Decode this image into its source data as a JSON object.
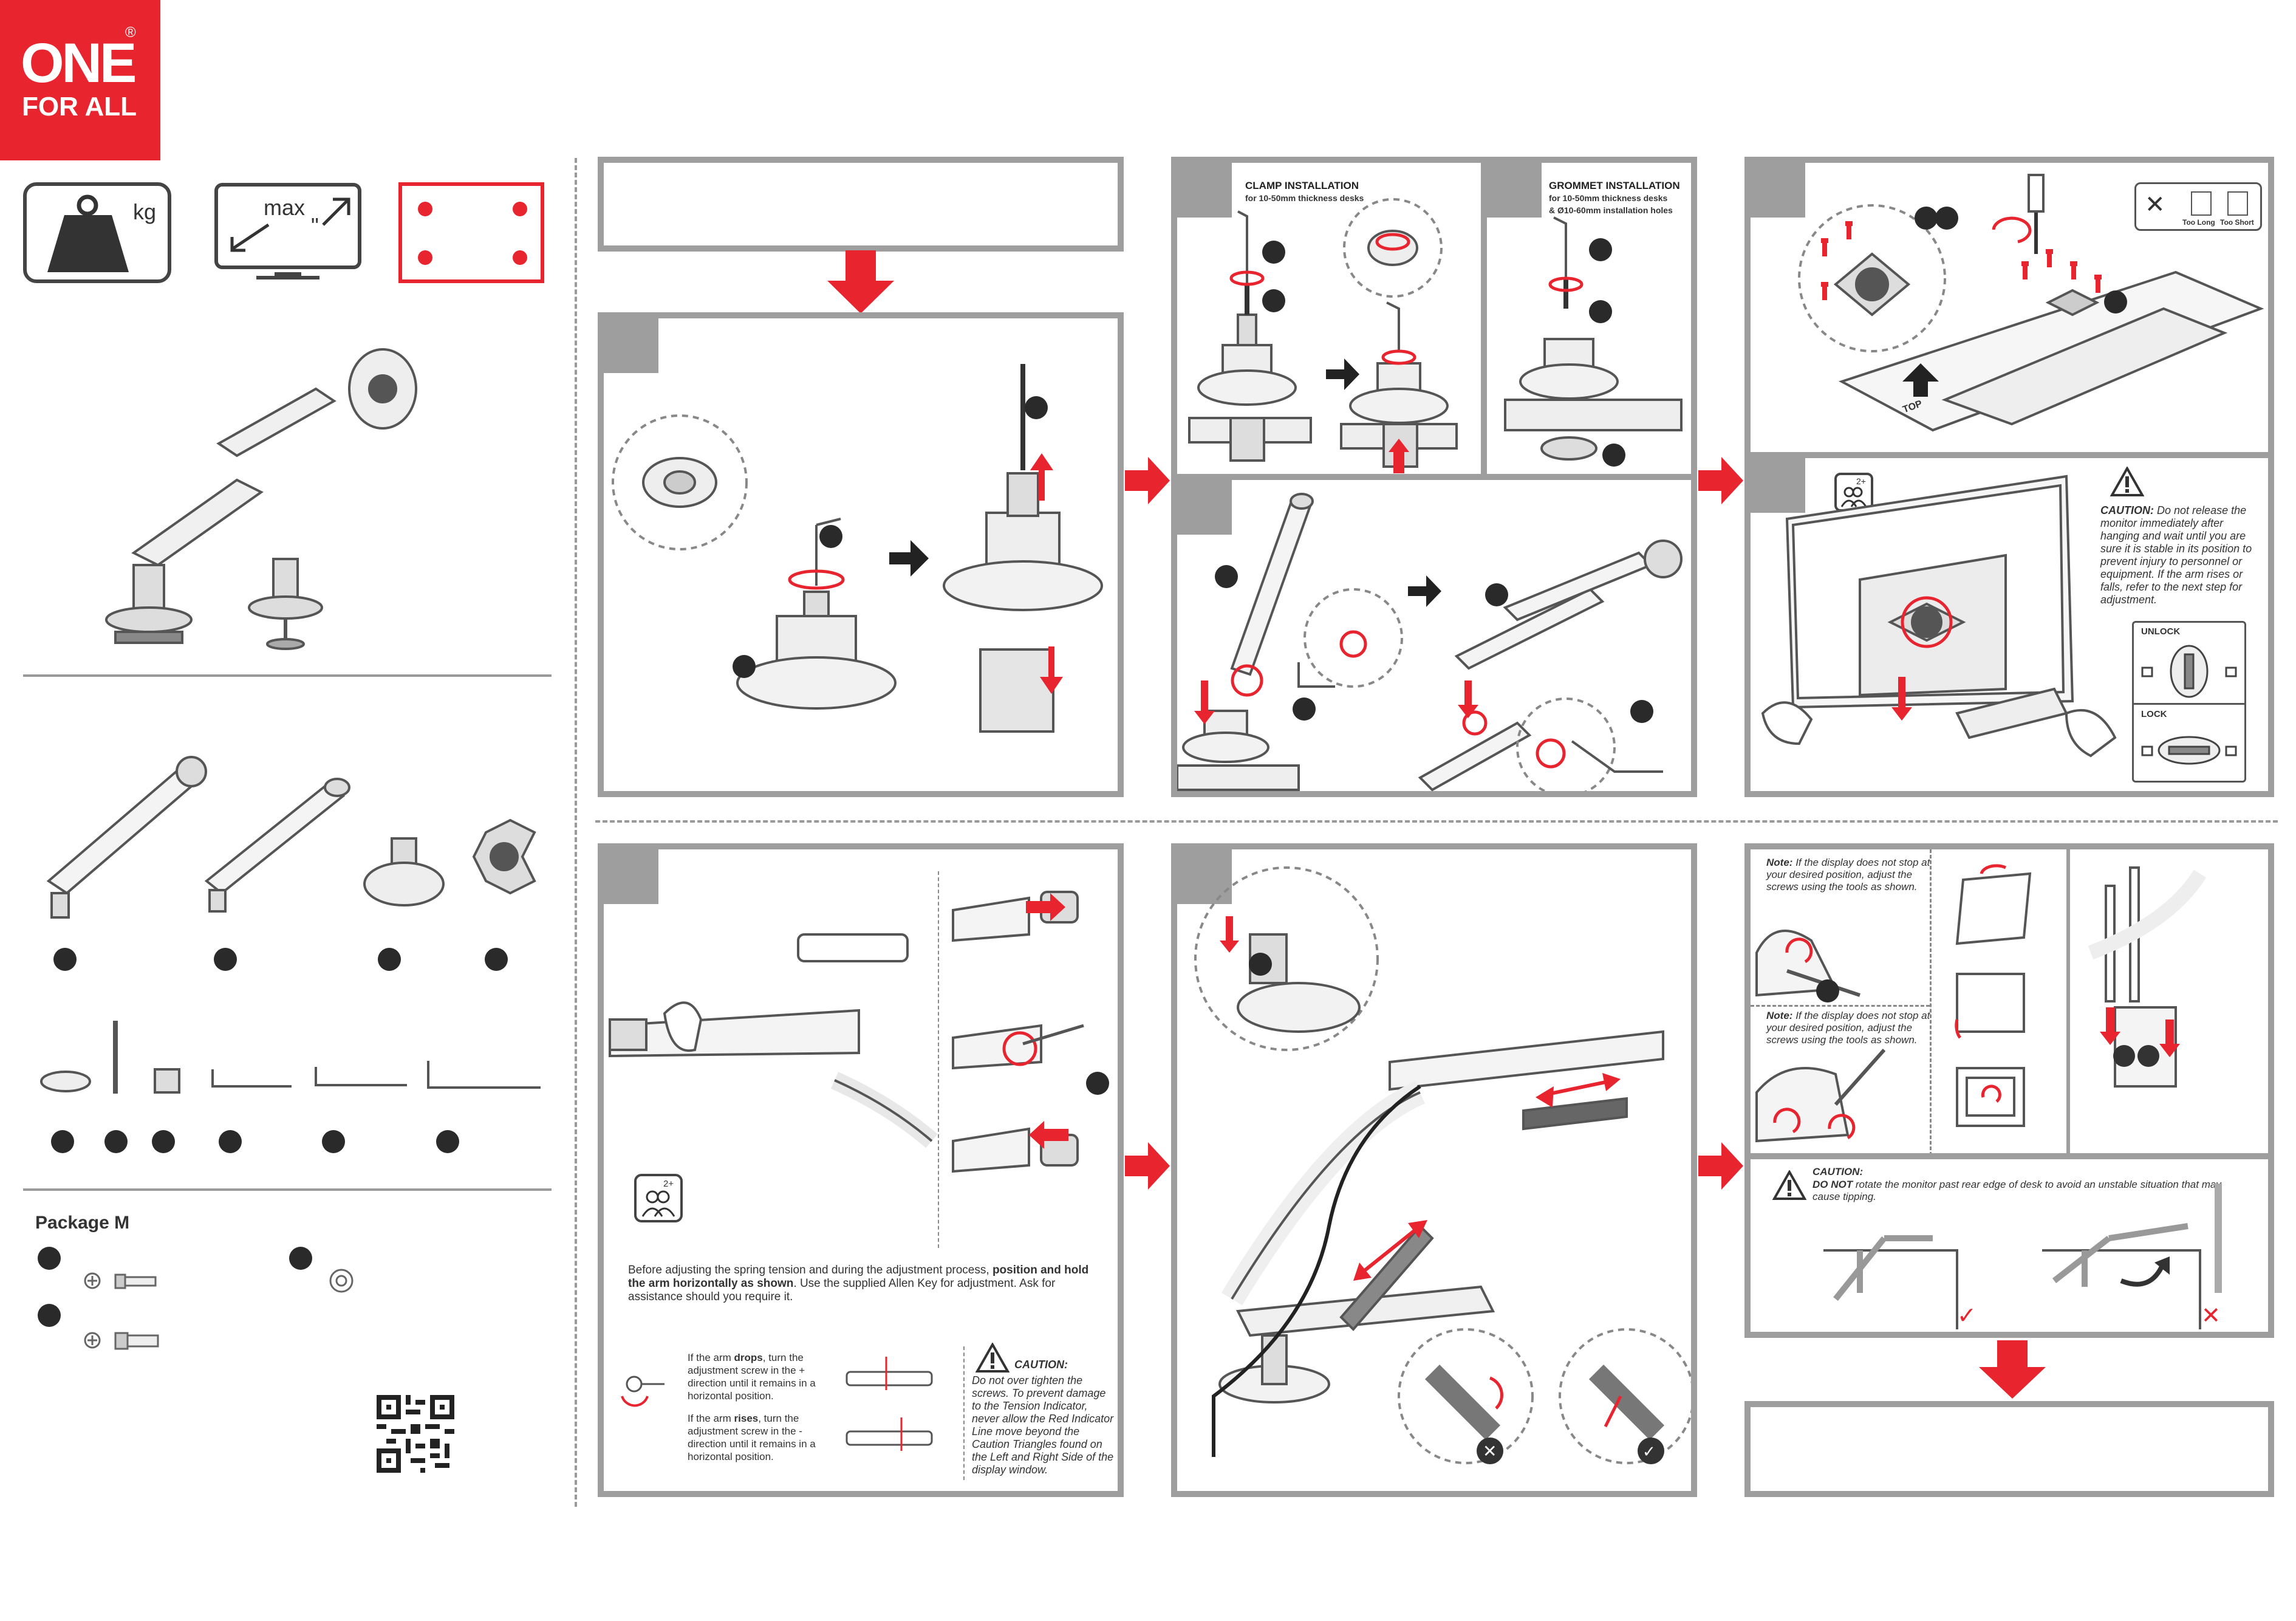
{
  "brand": {
    "logo_line1": "ONE",
    "logo_line2": "FOR ALL",
    "registered": "®",
    "color": "#e8242f"
  },
  "specs": {
    "weight_unit": "kg",
    "max_label": "max",
    "max_mark": "\"",
    "icons": [
      "weight-icon",
      "max-screen-size-icon",
      "vesa-pattern-icon"
    ]
  },
  "package": {
    "title": "Package M"
  },
  "clamp": {
    "title": "CLAMP INSTALLATION",
    "subtitle": "for 10-50mm thickness desks"
  },
  "grommet": {
    "title": "GROMMET INSTALLATION",
    "subtitle_line1": "for 10-50mm  thickness desks",
    "subtitle_line2": "& Ø10-60mm installation holes"
  },
  "vesa_step": {
    "too_long": "Too Long",
    "too_short": "Too Short",
    "top_label": "TOP"
  },
  "hang_step": {
    "persons": "2+",
    "caution_title": "CAUTION:",
    "caution_text": "Do not release the monitor immediately after hanging and wait until you are sure it is stable in its position to prevent injury to personnel or equipment. If the arm rises or falls, refer to the next step for adjustment.",
    "unlock": "UNLOCK",
    "lock": "LOCK"
  },
  "tension_step": {
    "persons": "2+",
    "intro_a": "Before adjusting the spring tension and during the adjustment process, ",
    "intro_b": "position and hold the arm horizontally as shown",
    "intro_c": ". Use the supplied Allen Key for adjustment. Ask for assistance should you require it.",
    "drops_a": "If the arm ",
    "drops_b": "drops",
    "drops_c": ", turn the adjustment screw in the + direction until it remains in a horizontal position.",
    "rises_a": "If the arm ",
    "rises_b": "rises",
    "rises_c": ", turn the adjustment screw in the - direction until it remains in a horizontal position.",
    "caution_title": "CAUTION:",
    "caution_text": "Do not over tighten the screws. To prevent damage to the Tension Indicator, never allow the Red Indicator Line move beyond the Caution Triangles found on the Left and Right Side of the display window."
  },
  "tilt_step": {
    "note1_title": "Note:",
    "note1_text": "If the display does not stop at your desired position, adjust the screws using the tools as shown.",
    "note2_title": "Note:",
    "note2_text": "If the display does not stop at your desired position, adjust the screws using the tools as shown.",
    "caution_title": "CAUTION:",
    "caution_do_not": "DO NOT",
    "caution_text": " rotate the monitor past rear edge of desk to avoid an unstable situation that may cause tipping."
  }
}
